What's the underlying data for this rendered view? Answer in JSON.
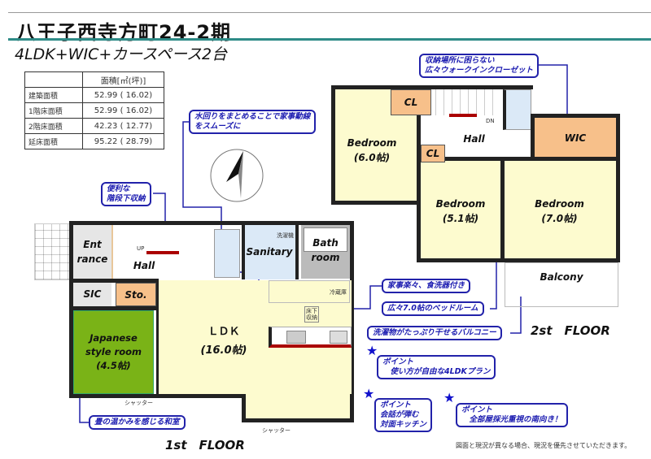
{
  "title": "八王子西寺方町24-2期",
  "subtitle": "4LDK+WIC+カースペース2台",
  "area_table": {
    "header": "面積[㎡(坪)]",
    "rows": [
      {
        "label": "建築面積",
        "value": "52.99 ( 16.02)"
      },
      {
        "label": "1階床面積",
        "value": "52.99 ( 16.02)"
      },
      {
        "label": "2階床面積",
        "value": "42.23 ( 12.77)"
      },
      {
        "label": "延床面積",
        "value": "95.22 ( 28.79)"
      }
    ]
  },
  "floor1": {
    "label": "1st　FLOOR",
    "rooms": {
      "entrance": "Ent\nrance",
      "hall": "Hall",
      "sanitary": "Sanitary",
      "bath": "Bath\nroom",
      "sic": "SIC",
      "storage": "Sto.",
      "japanese": "Japanese\nstyle room\n(4.5帖)",
      "ldk": "ＬＤＫ",
      "ldk_size": "(16.0帖)"
    },
    "small": {
      "up": "UP",
      "washer": "洗濯機",
      "fridge": "冷蔵庫",
      "underfloor": "床下\n収納",
      "shutter1": "シャッター",
      "shutter2": "シャッター"
    }
  },
  "floor2": {
    "label": "2st　FLOOR",
    "rooms": {
      "bedroom_a": "Bedroom\n(6.0帖)",
      "cl_a": "CL",
      "cl_b": "CL",
      "hall": "Hall",
      "wic": "WIC",
      "bedroom_b": "Bedroom\n(5.1帖)",
      "bedroom_c": "Bedroom\n(7.0帖)",
      "balcony": "Balcony"
    },
    "small": {
      "dn": "DN"
    }
  },
  "callouts": {
    "wic": "収納場所に困らない\n広々ウォークインクローゼット",
    "water": "水回りをまとめることで家事動線\nをスムーズに",
    "stairs": "便利な\n階段下収納",
    "kitchen": "家事楽々、食洗器付き",
    "bedroom": "広々7.0帖のベッドルーム",
    "balcony": "洗濯物がたっぷり干せるバルコニー",
    "point1": "ポイント\n　使い方が自由な4LDKプラン",
    "point2": "ポイント\n会話が弾む\n対面キッチン",
    "point3": "ポイント\n　全部屋採光重視の南向き！",
    "washitsu": "畳の温かみを感じる和室"
  },
  "footer_note": "図面と現況が異なる場合、現況を優先させていただきます。",
  "colors": {
    "accent": "#2e8b87",
    "callout": "#1a1ab0",
    "room": "#fdfbcf",
    "japanese": "#7ab317",
    "closet": "#f7c08a",
    "wet": "#dbe9f7"
  }
}
